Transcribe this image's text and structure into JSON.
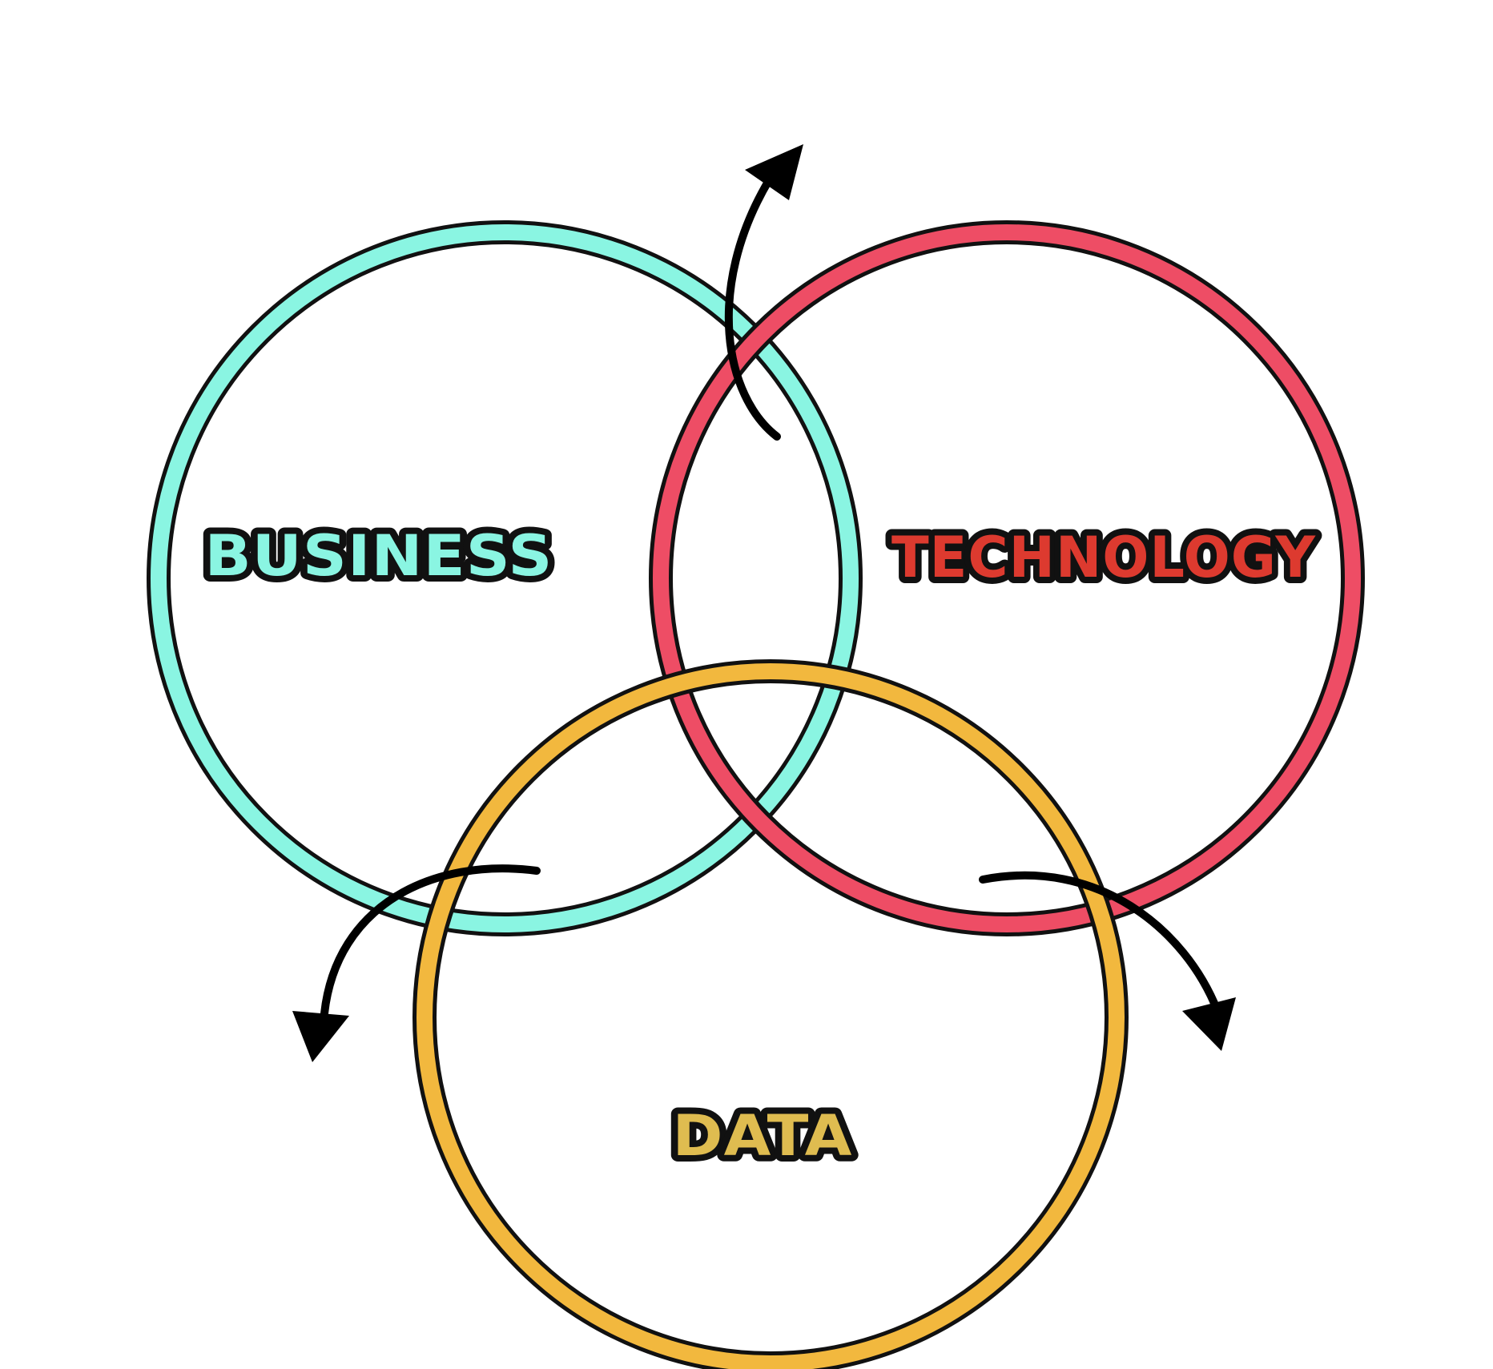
{
  "labels": {
    "business": "BUSINESS",
    "technology": "TECHNOLOGY",
    "data": "DATA"
  },
  "colors": {
    "business_ring": "#8AF5E2",
    "technology_ring": "#EE4D65",
    "data_ring": "#F2B83E",
    "business_text": "#8AF5E2",
    "technology_text": "#DD3A2F",
    "data_text": "#DFBC50",
    "outline": "#111111",
    "arrow": "#000000",
    "background": "#FFFFFF"
  },
  "icons": {
    "arrow_top": "curved-arrow-up-icon",
    "arrow_left": "curved-arrow-down-left-icon",
    "arrow_right": "curved-arrow-down-right-icon"
  }
}
